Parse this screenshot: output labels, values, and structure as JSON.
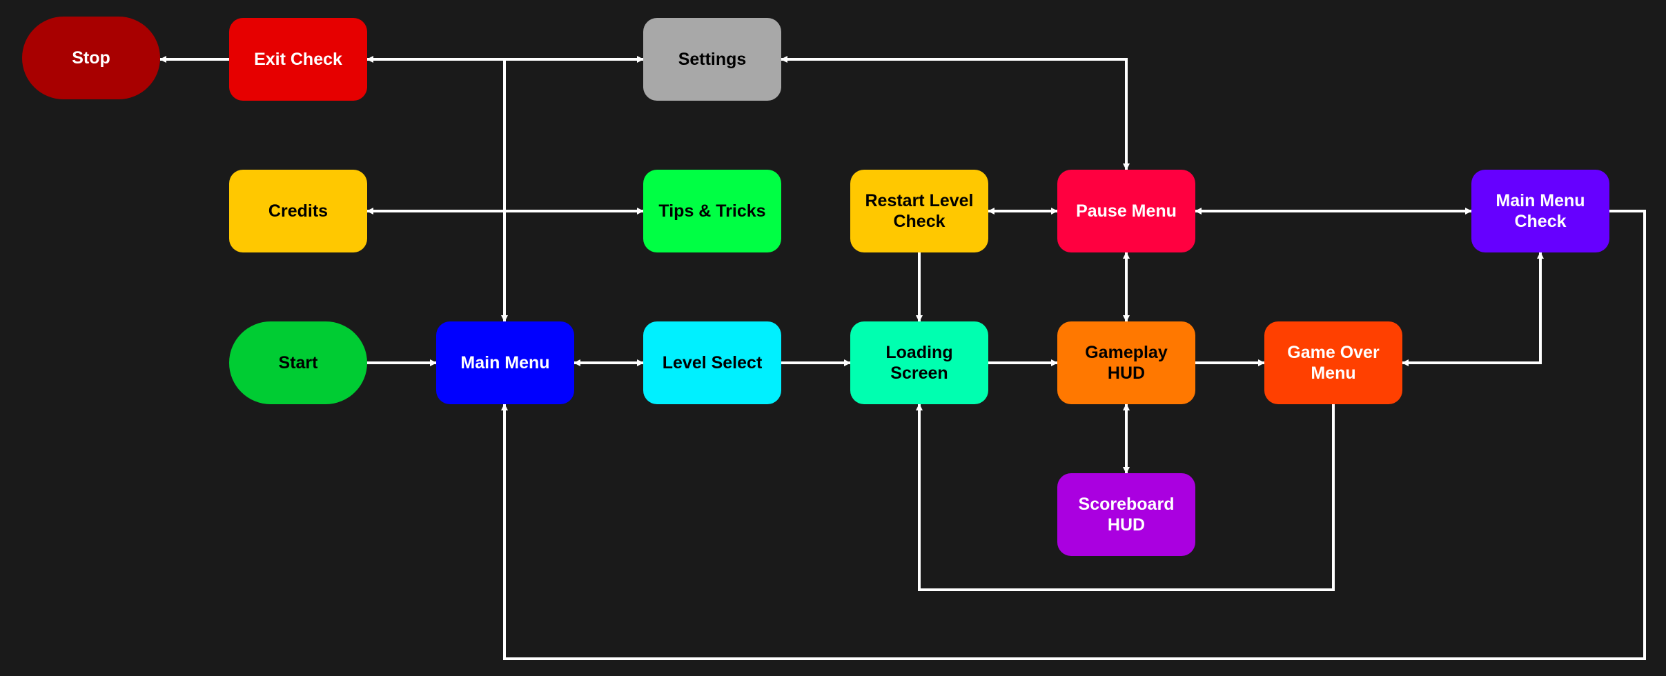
{
  "diagram": {
    "title": "Game screen flow",
    "background": "#1a1a1a",
    "connector_color": "#ffffff",
    "nodes": [
      {
        "id": "stop",
        "label": "Stop",
        "shape": "terminal",
        "fill": "#a80000",
        "text_color": "#ffffff"
      },
      {
        "id": "exit_check",
        "label": "Exit Check",
        "shape": "process",
        "fill": "#e60000",
        "text_color": "#ffffff"
      },
      {
        "id": "settings",
        "label": "Settings",
        "shape": "process",
        "fill": "#a8a8a8",
        "text_color": "#000000"
      },
      {
        "id": "credits",
        "label": "Credits",
        "shape": "process",
        "fill": "#ffc800",
        "text_color": "#000000"
      },
      {
        "id": "tips_tricks",
        "label": "Tips & Tricks",
        "shape": "process",
        "fill": "#00ff44",
        "text_color": "#000000"
      },
      {
        "id": "restart_level_check",
        "label": "Restart Level\nCheck",
        "shape": "process",
        "fill": "#ffc800",
        "text_color": "#000000"
      },
      {
        "id": "pause_menu",
        "label": "Pause Menu",
        "shape": "process",
        "fill": "#ff0040",
        "text_color": "#ffffff"
      },
      {
        "id": "main_menu_check",
        "label": "Main Menu\nCheck",
        "shape": "process",
        "fill": "#6600ff",
        "text_color": "#ffffff"
      },
      {
        "id": "start",
        "label": "Start",
        "shape": "terminal",
        "fill": "#00cc33",
        "text_color": "#000000"
      },
      {
        "id": "main_menu",
        "label": "Main Menu",
        "shape": "process",
        "fill": "#0000ff",
        "text_color": "#ffffff"
      },
      {
        "id": "level_select",
        "label": "Level Select",
        "shape": "process",
        "fill": "#00f0ff",
        "text_color": "#000000"
      },
      {
        "id": "loading_screen",
        "label": "Loading\nScreen",
        "shape": "process",
        "fill": "#00ffb0",
        "text_color": "#000000"
      },
      {
        "id": "gameplay_hud",
        "label": "Gameplay\nHUD",
        "shape": "process",
        "fill": "#ff7800",
        "text_color": "#000000"
      },
      {
        "id": "game_over_menu",
        "label": "Game Over\nMenu",
        "shape": "process",
        "fill": "#ff4000",
        "text_color": "#ffffff"
      },
      {
        "id": "scoreboard_hud",
        "label": "Scoreboard\nHUD",
        "shape": "process",
        "fill": "#aa00e0",
        "text_color": "#ffffff"
      }
    ],
    "edges": [
      {
        "from": "exit_check",
        "to": "stop",
        "direction": "forward"
      },
      {
        "from": "main_menu",
        "to": "exit_check",
        "direction": "forward"
      },
      {
        "from": "main_menu",
        "to": "settings",
        "direction": "forward"
      },
      {
        "from": "settings",
        "to": "main_menu",
        "direction": "forward"
      },
      {
        "from": "main_menu",
        "to": "credits",
        "direction": "forward"
      },
      {
        "from": "main_menu",
        "to": "tips_tricks",
        "direction": "forward"
      },
      {
        "from": "pause_menu",
        "to": "settings",
        "direction": "both"
      },
      {
        "from": "restart_level_check",
        "to": "pause_menu",
        "direction": "both"
      },
      {
        "from": "pause_menu",
        "to": "main_menu_check",
        "direction": "both"
      },
      {
        "from": "restart_level_check",
        "to": "loading_screen",
        "direction": "forward"
      },
      {
        "from": "pause_menu",
        "to": "gameplay_hud",
        "direction": "both"
      },
      {
        "from": "start",
        "to": "main_menu",
        "direction": "forward"
      },
      {
        "from": "main_menu",
        "to": "level_select",
        "direction": "both"
      },
      {
        "from": "level_select",
        "to": "loading_screen",
        "direction": "forward"
      },
      {
        "from": "loading_screen",
        "to": "gameplay_hud",
        "direction": "forward"
      },
      {
        "from": "gameplay_hud",
        "to": "game_over_menu",
        "direction": "forward"
      },
      {
        "from": "main_menu_check",
        "to": "game_over_menu",
        "direction": "both"
      },
      {
        "from": "gameplay_hud",
        "to": "scoreboard_hud",
        "direction": "both"
      },
      {
        "from": "game_over_menu",
        "to": "loading_screen",
        "direction": "forward"
      },
      {
        "from": "main_menu_check",
        "to": "main_menu",
        "direction": "forward"
      }
    ]
  }
}
